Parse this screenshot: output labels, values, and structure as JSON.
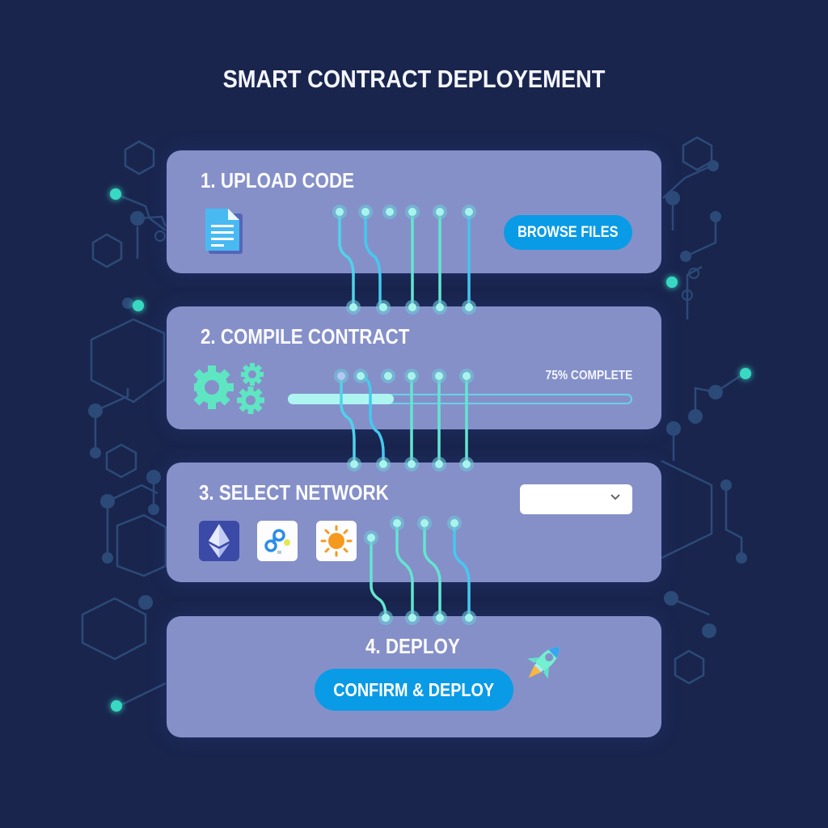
{
  "page": {
    "title": "SMART CONTRACT DEPLOYEMENT",
    "colors": {
      "background": "#19254d",
      "card": "#8590c9",
      "accent_button": "#0a9be6",
      "circuit_teal": "#5ee6d6",
      "progress_fill": "#aef5f2"
    }
  },
  "steps": [
    {
      "title": "1. UPLOAD CODE",
      "icon": "document-icon",
      "button_label": "BROWSE FILES"
    },
    {
      "title": "2. COMPILE CONTRACT",
      "icon": "gears-icon",
      "progress_percent": 30,
      "progress_label": "75% COMPLETE"
    },
    {
      "title": "3. SELECT NETWORK",
      "dropdown_value": "",
      "networks": [
        {
          "name": "ethereum",
          "icon": "ethereum-icon"
        },
        {
          "name": "network-2",
          "icon": "chain-link-icon"
        },
        {
          "name": "network-3",
          "icon": "sun-icon"
        }
      ]
    },
    {
      "title": "4. DEPLOY",
      "icon": "rocket-icon",
      "button_label": "CONFIRM & DEPLOY"
    }
  ]
}
